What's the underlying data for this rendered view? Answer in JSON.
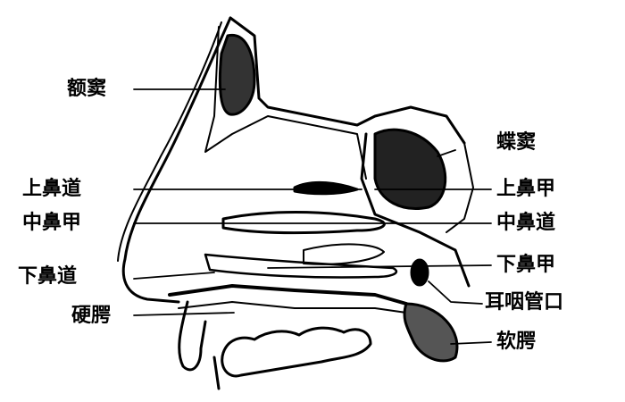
{
  "labels": {
    "frontal_sinus": "额窦",
    "sphenoid_sinus": "蝶窦",
    "superior_meatus": "上鼻道",
    "superior_turbinate": "上鼻甲",
    "middle_turbinate": "中鼻甲",
    "middle_meatus": "中鼻道",
    "inferior_meatus": "下鼻道",
    "inferior_turbinate": "下鼻甲",
    "eustachian_tube_opening": "耳咽管口",
    "hard_palate": "硬腭",
    "soft_palate": "软腭"
  }
}
